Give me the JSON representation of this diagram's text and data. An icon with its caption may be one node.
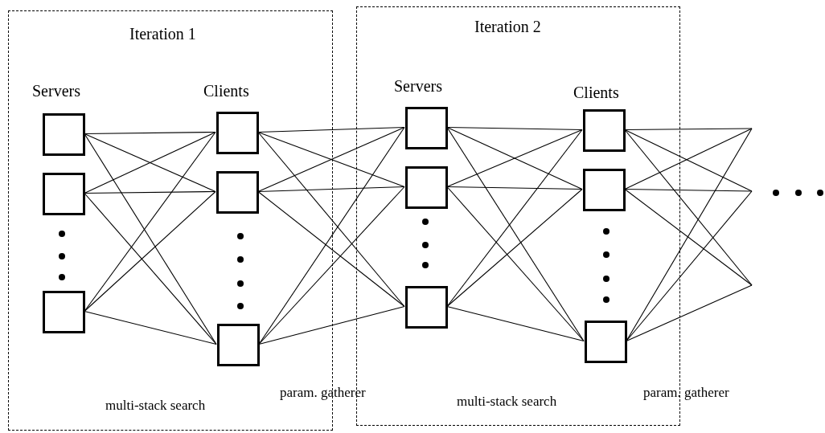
{
  "diagram": {
    "nodes": [
      {
        "text": [
          "Iteration 1",
          "multi-stack search"
        ]
      },
      {
        "text": [],
        "shape": "box",
        "in": 0
      },
      {
        "text": [],
        "shape": "box",
        "in": 0
      },
      {
        "text": [],
        "shape": "box",
        "in": 0
      },
      {
        "text": [],
        "shape": "box",
        "in": 0
      },
      {
        "text": [],
        "shape": "box",
        "in": 0
      },
      {
        "text": [],
        "shape": "box",
        "in": 0
      },
      {
        "text": [
          "Iteration 2",
          "multi-stack search"
        ]
      },
      {
        "text": [],
        "shape": "box",
        "in": 7
      },
      {
        "text": [],
        "shape": "box",
        "in": 7
      },
      {
        "text": [],
        "shape": "box",
        "in": 7
      },
      {
        "text": [],
        "shape": "box",
        "in": 7
      },
      {
        "text": [],
        "shape": "box",
        "in": 7
      },
      {
        "text": [],
        "shape": "box",
        "in": 7
      }
    ],
    "edges": [
      {
        "from": 1,
        "to": 4,
        "arrow": "none"
      },
      {
        "from": 1,
        "to": 5,
        "arrow": "none"
      },
      {
        "from": 1,
        "to": 6,
        "arrow": "none"
      },
      {
        "from": 2,
        "to": 4,
        "arrow": "none"
      },
      {
        "from": 2,
        "to": 5,
        "arrow": "none"
      },
      {
        "from": 2,
        "to": 6,
        "arrow": "none"
      },
      {
        "from": 3,
        "to": 4,
        "arrow": "none"
      },
      {
        "from": 3,
        "to": 5,
        "arrow": "none"
      },
      {
        "from": 3,
        "to": 6,
        "arrow": "none"
      },
      {
        "from": 4,
        "to": 8,
        "arrow": "none"
      },
      {
        "from": 4,
        "to": 9,
        "arrow": "none"
      },
      {
        "from": 4,
        "to": 10,
        "arrow": "none"
      },
      {
        "from": 5,
        "to": 8,
        "arrow": "none"
      },
      {
        "from": 5,
        "to": 9,
        "arrow": "none"
      },
      {
        "from": 5,
        "to": 10,
        "arrow": "none"
      },
      {
        "from": 6,
        "to": 8,
        "arrow": "none"
      },
      {
        "from": 6,
        "to": 9,
        "arrow": "none"
      },
      {
        "from": 6,
        "to": 10,
        "arrow": "none"
      },
      {
        "from": 8,
        "to": 11,
        "arrow": "none"
      },
      {
        "from": 8,
        "to": 12,
        "arrow": "none"
      },
      {
        "from": 8,
        "to": 13,
        "arrow": "none"
      },
      {
        "from": 9,
        "to": 11,
        "arrow": "none"
      },
      {
        "from": 9,
        "to": 12,
        "arrow": "none"
      },
      {
        "from": 9,
        "to": 13,
        "arrow": "none"
      },
      {
        "from": 10,
        "to": 11,
        "arrow": "none"
      },
      {
        "from": 10,
        "to": 12,
        "arrow": "none"
      },
      {
        "from": 10,
        "to": 13,
        "arrow": "none"
      },
      {
        "from": 11,
        "to": null,
        "arrow": "none"
      },
      {
        "from": 11,
        "to": null,
        "arrow": "none"
      },
      {
        "from": 11,
        "to": null,
        "arrow": "none"
      },
      {
        "from": 12,
        "to": null,
        "arrow": "none"
      },
      {
        "from": 12,
        "to": null,
        "arrow": "none"
      },
      {
        "from": 12,
        "to": null,
        "arrow": "none"
      },
      {
        "from": 13,
        "to": null,
        "arrow": "none"
      },
      {
        "from": 13,
        "to": null,
        "arrow": "none"
      },
      {
        "from": 13,
        "to": null,
        "arrow": "none"
      }
    ],
    "labels": [
      "Servers",
      "Clients",
      "Servers",
      "Clients",
      "param. gatherer",
      "param. gatherer"
    ]
  }
}
